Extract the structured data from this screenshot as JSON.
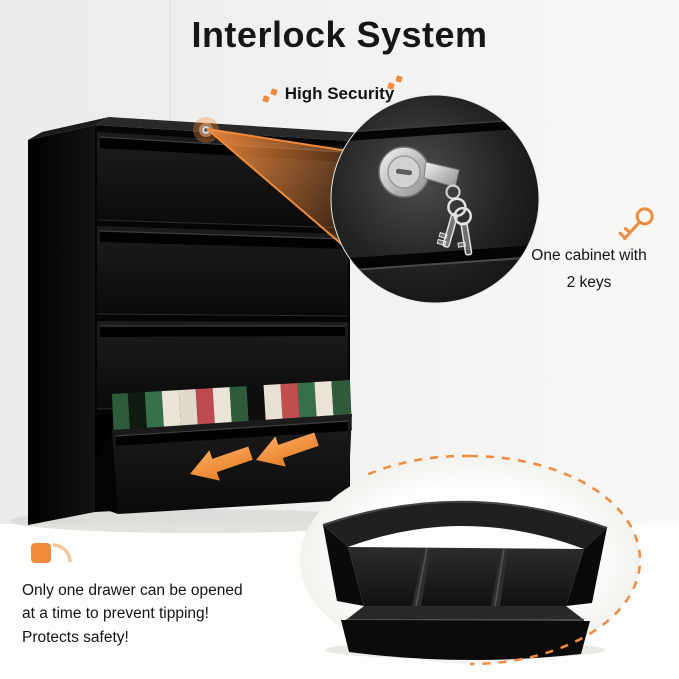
{
  "title": "Interlock System",
  "feature": {
    "label": "High Security"
  },
  "key_callout": {
    "line1": "One cabinet with",
    "line2": "2 keys"
  },
  "safety_note": "Only one drawer can be opened at a time to prevent tipping! Protects safety!",
  "icons": {
    "key": "key-icon",
    "lock": "lock-icon",
    "arrows": "drawer-slide-arrow-icon",
    "safety": "safety-square-icon"
  },
  "colors": {
    "accent": "#F08A3C",
    "accent_light": "#F6C79E",
    "cabinet": "#0B0B0B",
    "wall": "#EFEFED",
    "text": "#141414"
  }
}
